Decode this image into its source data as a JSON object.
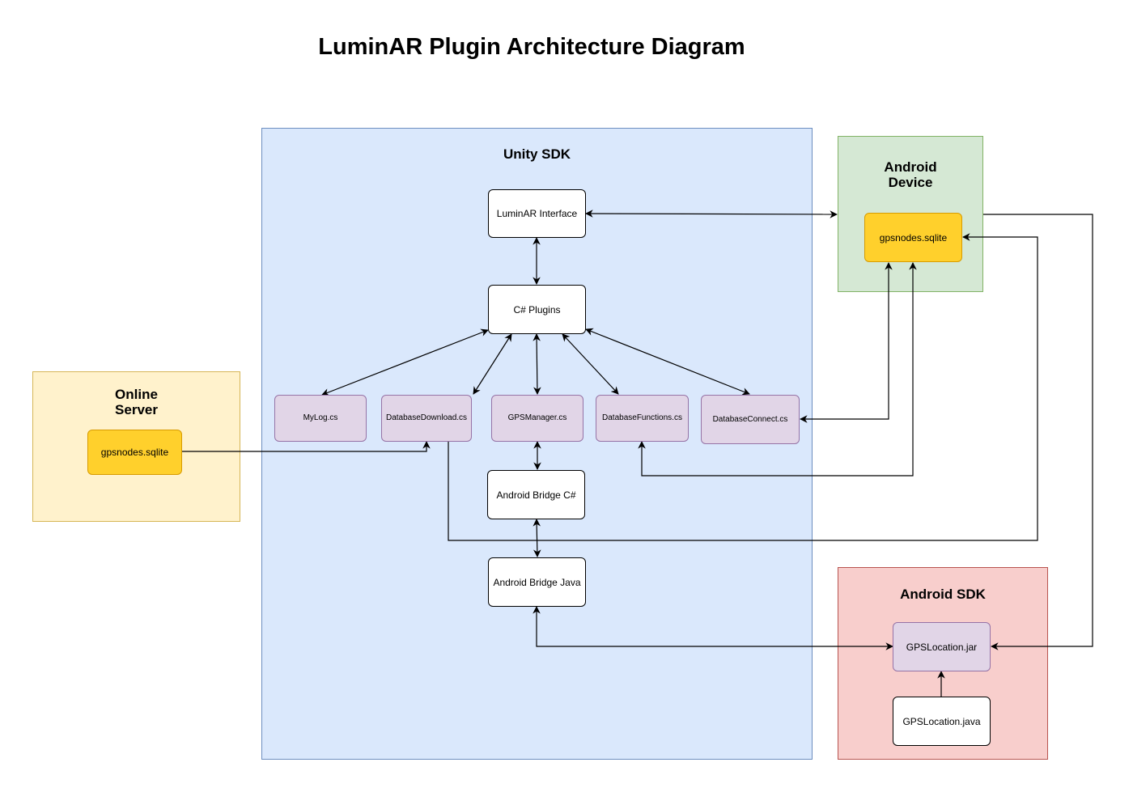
{
  "diagram": {
    "title": "LuminAR Plugin Architecture Diagram",
    "colors": {
      "unity_fill": "#dae8fc",
      "unity_border": "#6c8ebf",
      "android_device_fill": "#d5e8d4",
      "android_device_border": "#82b366",
      "online_server_fill": "#fff2cc",
      "online_server_border": "#d6b656",
      "android_sdk_fill": "#f8cecc",
      "android_sdk_border": "#b85450",
      "db_fill": "#ffd02c",
      "file_fill": "#e1d5e7",
      "node_fill": "#ffffff"
    },
    "regions": {
      "unity_sdk": "Unity SDK",
      "android_device": "Android\nDevice",
      "online_server": "Online\nServer",
      "android_sdk": "Android SDK"
    },
    "nodes": {
      "luminar_interface": "LuminAR Interface",
      "csharp_plugins": "C# Plugins",
      "mylog": "MyLog.cs",
      "database_download": "DatabaseDownload.cs",
      "gps_manager": "GPSManager.cs",
      "database_functions": "DatabaseFunctions.cs",
      "database_connect": "DatabaseConnect.cs",
      "android_bridge_csharp": "Android Bridge C#",
      "android_bridge_java": "Android Bridge Java",
      "device_sqlite": "gpsnodes.sqlite",
      "server_sqlite": "gpsnodes.sqlite",
      "gps_location_jar": "GPSLocation.jar",
      "gps_location_java": "GPSLocation.java"
    }
  }
}
